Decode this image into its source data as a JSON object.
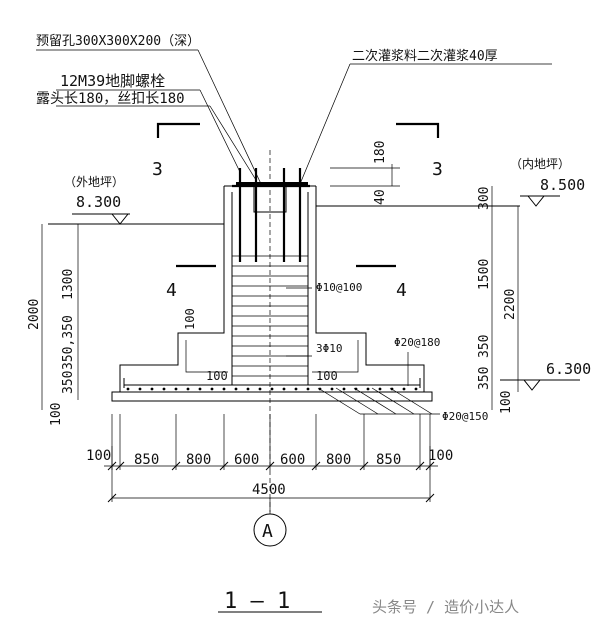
{
  "annotations": {
    "hole": "预留孔300X300X200（深）",
    "grout": "二次灌浆料二次灌浆40厚",
    "bolt": "12M39地脚螺栓",
    "bolt_len": "露头长180，丝扣长180",
    "outer_ground": "（外地坪）",
    "inner_ground": "（内地坪）",
    "elev_outer": "8.300",
    "elev_inner": "8.500",
    "elev_bottom": "6.300",
    "section_3": "3",
    "section_4": "4",
    "rebar_1": "Φ10@100",
    "rebar_2": "3Φ10",
    "rebar_3": "Φ20@180",
    "rebar_4": "Φ20@150",
    "axis": "A",
    "title": "1 — 1",
    "watermark": "头条号 / 造价小达人"
  },
  "dims": {
    "v180": "180",
    "v40": "40",
    "v300": "300",
    "v1500": "1500",
    "v2200": "2200",
    "v350a": "350",
    "v350b": "350",
    "v100r": "100",
    "l1300": "1300",
    "l2000": "2000",
    "l350a": "350,350",
    "l350b": "350",
    "l100": "100",
    "inner100": "100",
    "step100a": "100",
    "step100b": "100",
    "h100a": "100",
    "h850a": "850",
    "h800a": "800",
    "h600a": "600",
    "h600b": "600",
    "h800b": "800",
    "h850b": "850",
    "h100b": "100",
    "total": "4500"
  }
}
